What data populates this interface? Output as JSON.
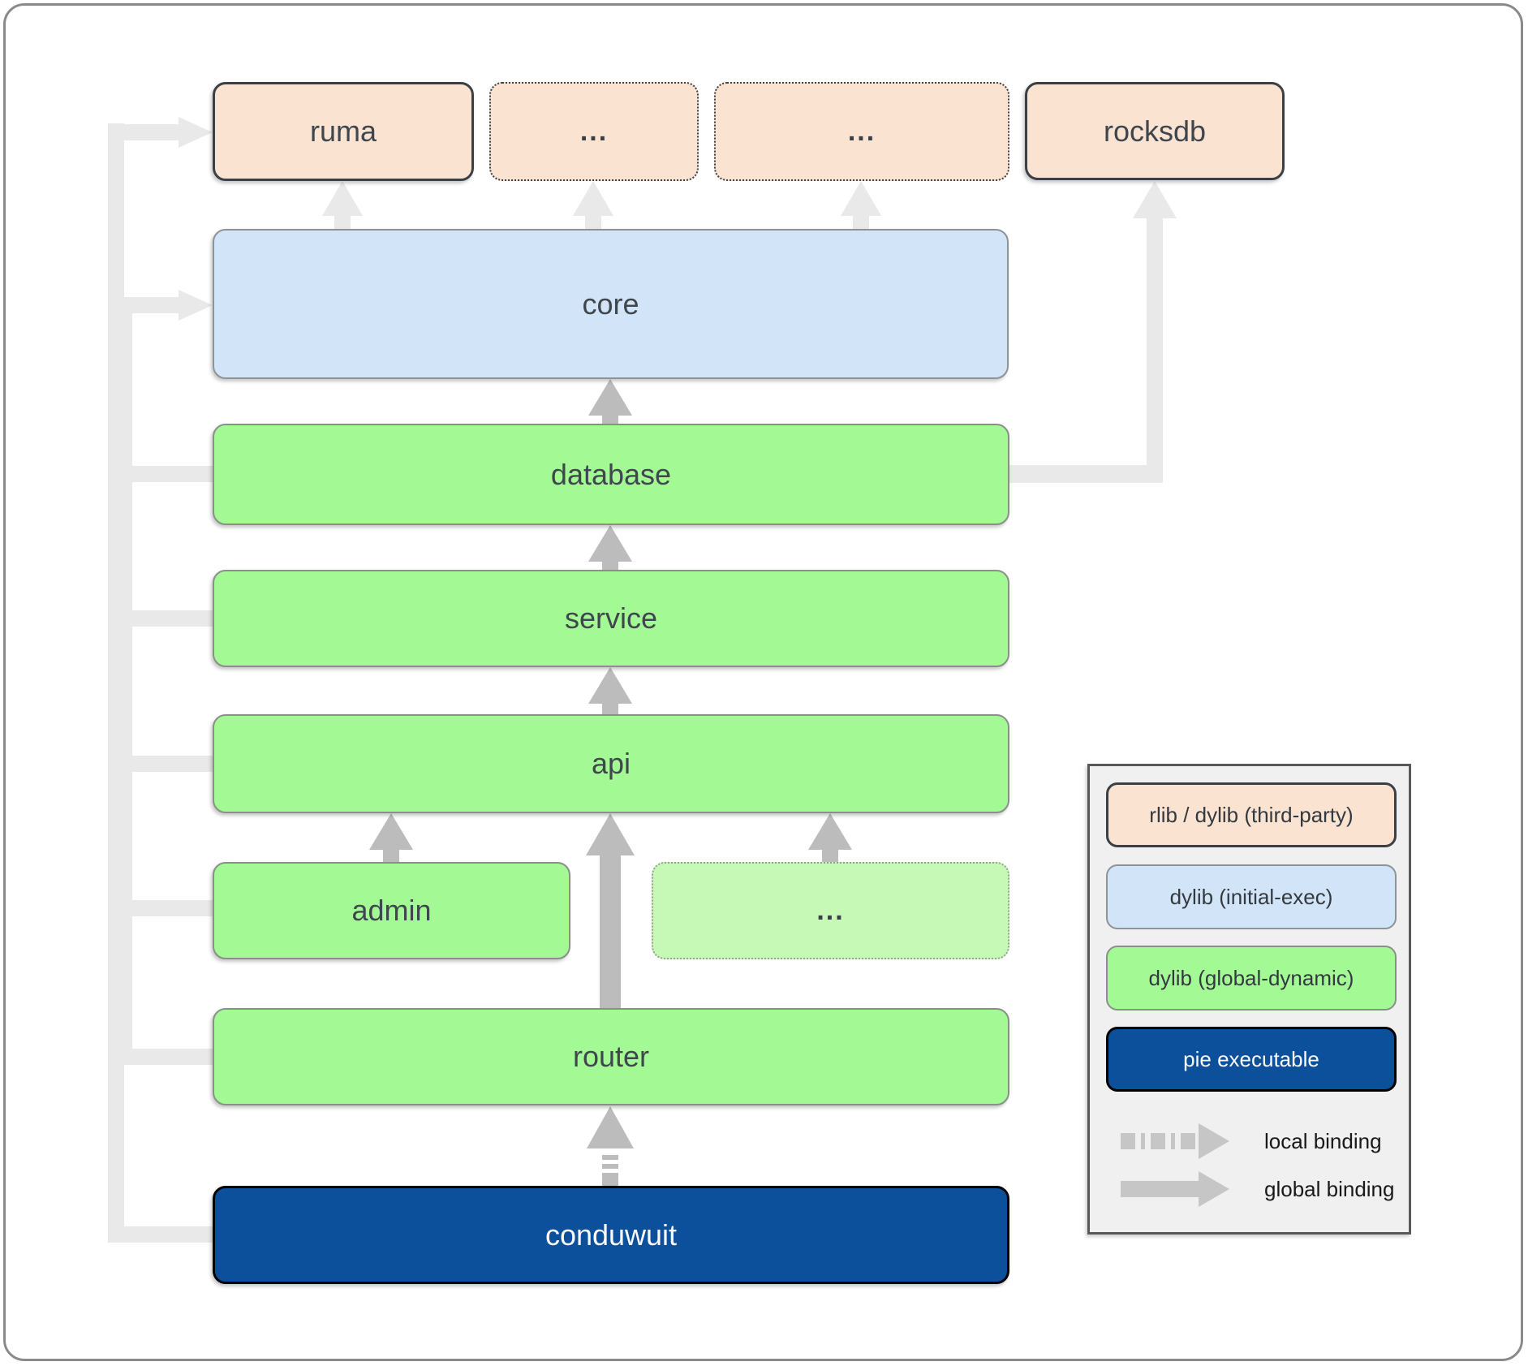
{
  "nodes": {
    "ruma": "ruma",
    "third_party_a": "...",
    "third_party_b": "...",
    "rocksdb": "rocksdb",
    "core": "core",
    "database": "database",
    "service": "service",
    "api": "api",
    "admin": "admin",
    "api_more": "...",
    "router": "router",
    "conduwuit": "conduwuit"
  },
  "edges": [
    {
      "from": "core",
      "to": "ruma",
      "type": "global"
    },
    {
      "from": "core",
      "to": "third_party_a",
      "type": "global"
    },
    {
      "from": "core",
      "to": "third_party_b",
      "type": "global"
    },
    {
      "from": "database",
      "to": "rocksdb",
      "type": "global"
    },
    {
      "from": "database",
      "to": "core",
      "type": "global"
    },
    {
      "from": "service",
      "to": "database",
      "type": "global"
    },
    {
      "from": "api",
      "to": "service",
      "type": "global"
    },
    {
      "from": "admin",
      "to": "api",
      "type": "global"
    },
    {
      "from": "api_more",
      "to": "api",
      "type": "global"
    },
    {
      "from": "router",
      "to": "api",
      "type": "global"
    },
    {
      "from": "conduwuit",
      "to": "router",
      "type": "local"
    },
    {
      "from": "conduwuit",
      "to": "ruma",
      "type": "global"
    },
    {
      "from": "conduwuit",
      "to": "core",
      "type": "global"
    },
    {
      "from": "conduwuit",
      "to": "database",
      "type": "global"
    },
    {
      "from": "conduwuit",
      "to": "service",
      "type": "global"
    },
    {
      "from": "conduwuit",
      "to": "api",
      "type": "global"
    },
    {
      "from": "conduwuit",
      "to": "admin",
      "type": "global"
    },
    {
      "from": "conduwuit",
      "to": "router_bus",
      "type": "global"
    }
  ],
  "legend": {
    "items": [
      {
        "label": "rlib / dylib (third-party)",
        "color": "#fbe3d1"
      },
      {
        "label": "dylib (initial-exec)",
        "color": "#d2e5f8"
      },
      {
        "label": "dylib (global-dynamic)",
        "color": "#a3fa94"
      },
      {
        "label": "pie executable",
        "color": "#0c4f9a"
      }
    ],
    "bindings": [
      {
        "label": "local binding",
        "style": "dashed-arrow"
      },
      {
        "label": "global binding",
        "style": "solid-arrow"
      }
    ]
  },
  "colors": {
    "peach": "#fbe3d1",
    "light_blue": "#d2e5f8",
    "green": "#a3fa94",
    "light_green": "#c6f9b5",
    "navy": "#0c4f9a",
    "light_connector": "#e9e9e9",
    "dark_arrow": "#bcbcbc",
    "label_text": "#3f464d"
  }
}
